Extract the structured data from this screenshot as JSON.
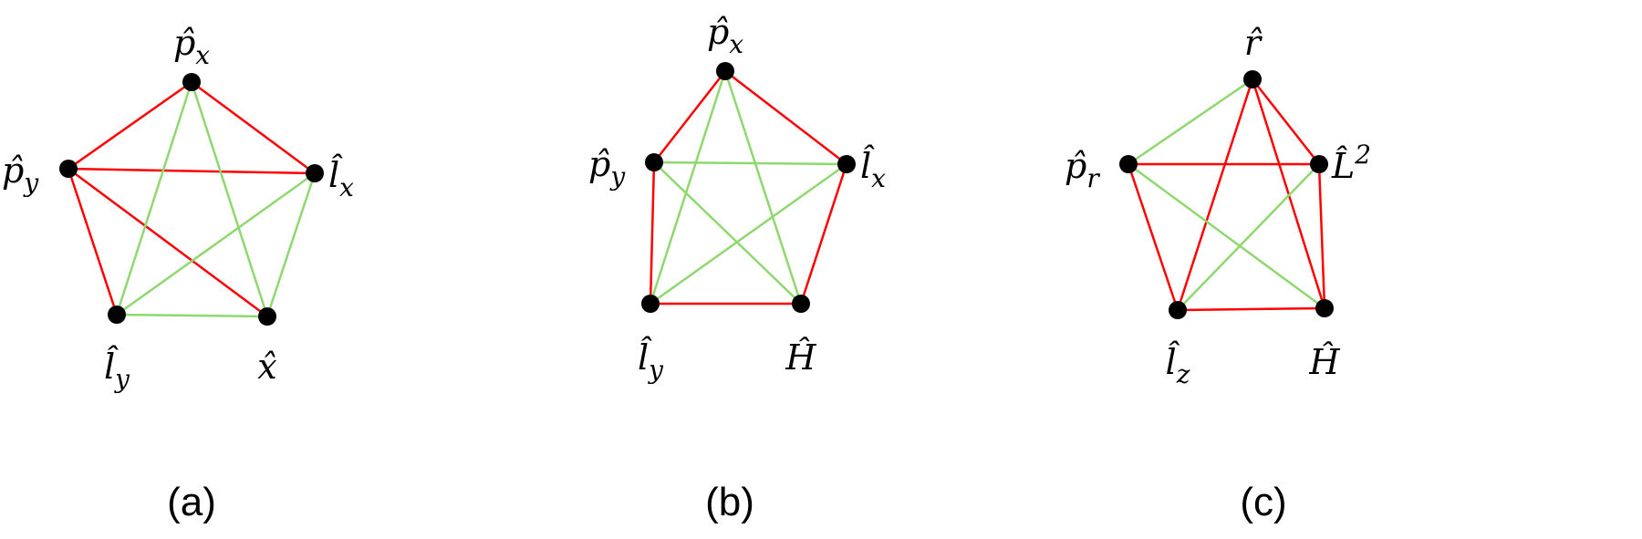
{
  "colors": {
    "red_edge": "#ff0000",
    "green_edge": "#8fd870",
    "node": "#000000"
  },
  "panels": [
    {
      "caption": "(a)",
      "nodes": [
        {
          "id": "px",
          "base": "p̂",
          "sub": "x"
        },
        {
          "id": "py",
          "base": "p̂",
          "sub": "y"
        },
        {
          "id": "lx",
          "base": "l̂",
          "sub": "x"
        },
        {
          "id": "ly",
          "base": "l̂",
          "sub": "y"
        },
        {
          "id": "x",
          "base": "x̂"
        }
      ],
      "edges": [
        {
          "from": "px",
          "to": "py",
          "color": "red"
        },
        {
          "from": "px",
          "to": "lx",
          "color": "red"
        },
        {
          "from": "py",
          "to": "lx",
          "color": "red"
        },
        {
          "from": "py",
          "to": "ly",
          "color": "red"
        },
        {
          "from": "py",
          "to": "x",
          "color": "red"
        },
        {
          "from": "px",
          "to": "ly",
          "color": "green"
        },
        {
          "from": "px",
          "to": "x",
          "color": "green"
        },
        {
          "from": "lx",
          "to": "ly",
          "color": "green"
        },
        {
          "from": "lx",
          "to": "x",
          "color": "green"
        },
        {
          "from": "ly",
          "to": "x",
          "color": "green"
        }
      ]
    },
    {
      "caption": "(b)",
      "nodes": [
        {
          "id": "px",
          "base": "p̂",
          "sub": "x"
        },
        {
          "id": "py",
          "base": "p̂",
          "sub": "y"
        },
        {
          "id": "lx",
          "base": "l̂",
          "sub": "x"
        },
        {
          "id": "ly",
          "base": "l̂",
          "sub": "y"
        },
        {
          "id": "H",
          "base": "Ĥ"
        }
      ],
      "edges": [
        {
          "from": "px",
          "to": "py",
          "color": "red"
        },
        {
          "from": "px",
          "to": "lx",
          "color": "red"
        },
        {
          "from": "py",
          "to": "ly",
          "color": "red"
        },
        {
          "from": "lx",
          "to": "H",
          "color": "red"
        },
        {
          "from": "ly",
          "to": "H",
          "color": "red"
        },
        {
          "from": "px",
          "to": "ly",
          "color": "green"
        },
        {
          "from": "px",
          "to": "H",
          "color": "green"
        },
        {
          "from": "py",
          "to": "lx",
          "color": "green"
        },
        {
          "from": "py",
          "to": "H",
          "color": "green"
        },
        {
          "from": "lx",
          "to": "ly",
          "color": "green"
        }
      ]
    },
    {
      "caption": "(c)",
      "nodes": [
        {
          "id": "r",
          "base": "r̂"
        },
        {
          "id": "pr",
          "base": "p̂",
          "sub": "r"
        },
        {
          "id": "L2",
          "base": "L̂",
          "sup": "2"
        },
        {
          "id": "lz",
          "base": "l̂",
          "sub": "z"
        },
        {
          "id": "H",
          "base": "Ĥ"
        }
      ],
      "edges": [
        {
          "from": "r",
          "to": "pr",
          "color": "green"
        },
        {
          "from": "r",
          "to": "L2",
          "color": "red"
        },
        {
          "from": "pr",
          "to": "L2",
          "color": "red"
        },
        {
          "from": "r",
          "to": "lz",
          "color": "red"
        },
        {
          "from": "r",
          "to": "H",
          "color": "red"
        },
        {
          "from": "pr",
          "to": "lz",
          "color": "red"
        },
        {
          "from": "pr",
          "to": "H",
          "color": "green"
        },
        {
          "from": "L2",
          "to": "lz",
          "color": "green"
        },
        {
          "from": "L2",
          "to": "H",
          "color": "red"
        },
        {
          "from": "lz",
          "to": "H",
          "color": "red"
        }
      ]
    }
  ]
}
